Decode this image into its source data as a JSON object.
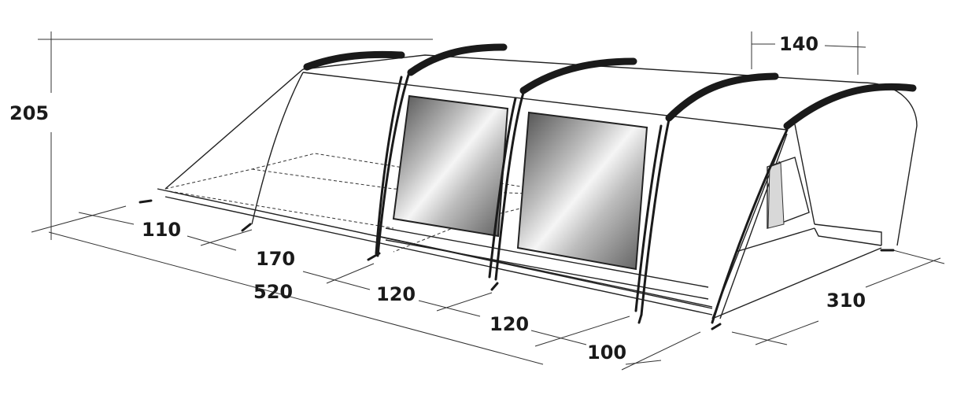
{
  "dimensions": {
    "height": "205",
    "top_right": "140",
    "front_left_1": "110",
    "front_left_2": "170",
    "front_total": "520",
    "front_mid_1": "120",
    "front_mid_2": "120",
    "front_right": "100",
    "depth": "310"
  },
  "colors": {
    "ink": "#1a1a1a",
    "window_dark": "#555555",
    "window_light": "#f2f2f2"
  }
}
